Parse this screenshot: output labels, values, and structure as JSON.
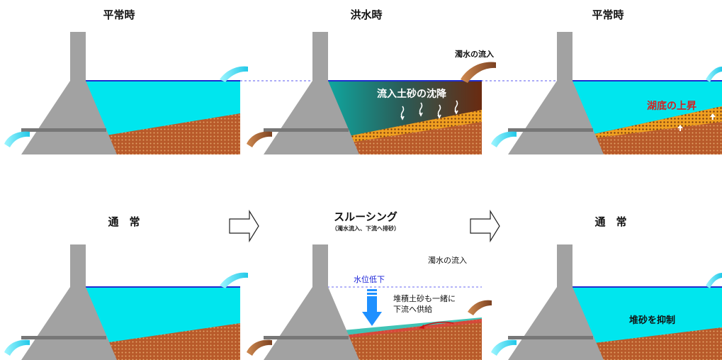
{
  "colors": {
    "dam": "#a2a2a2",
    "water": "#00e6ee",
    "sediment": "#b85a2a",
    "sediment_dots": "#e8b070",
    "deposit": "#f0a020",
    "turbid": "#2c5a5a",
    "water_line": "#1f2ccf",
    "arrow_blue": "#1e90ff"
  },
  "labels": {
    "top_left": "平常時",
    "top_mid": "洪水時",
    "top_right": "平常時",
    "bot_left": "通　常",
    "bot_mid": "スルーシング",
    "bot_mid_sub": "（濁水流入、下流へ排砂）",
    "bot_right": "通　常"
  },
  "annotations": {
    "inflow_top": "濁水の流入",
    "sediment_settle": "流入土砂の沈降",
    "lakebed_rise": "湖底の上昇",
    "inflow_bottom": "濁水の流入",
    "level_drop": "水位低下",
    "supply_line1": "堆積土砂も一緒に",
    "supply_line2": "下流へ供給",
    "suppress": "堆砂を抑制"
  },
  "icons": {
    "arrow_right": "hollow-arrow-right",
    "arrow_down": "block-arrow-down",
    "outflow": "water-jet",
    "inflow": "water-jet"
  }
}
